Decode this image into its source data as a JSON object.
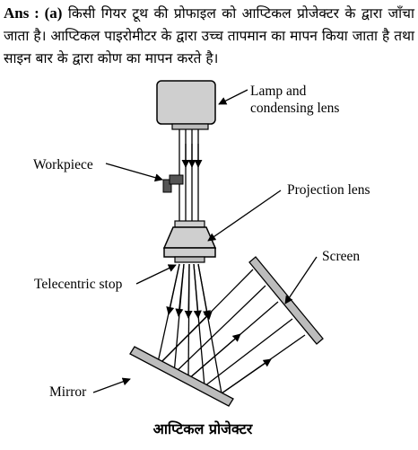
{
  "answer": {
    "prefix": "Ans : (a)",
    "text": "किसी गियर टूथ की प्रोफाइल को आप्टिकल प्रोजेक्टर के द्वारा जाँचा जाता है। आप्टिकल पाइरोमीटर के द्वारा उच्च तापमान का मापन किया जाता है तथा साइन बार के द्वारा कोण का मापन करते है।"
  },
  "diagram": {
    "labels": {
      "lamp_line1": "Lamp and",
      "lamp_line2": "condensing lens",
      "workpiece": "Workpiece",
      "projection_lens": "Projection lens",
      "screen": "Screen",
      "telecentric_stop": "Telecentric stop",
      "mirror": "Mirror"
    },
    "caption": "आप्टिकल प्रोजेक्टर"
  }
}
